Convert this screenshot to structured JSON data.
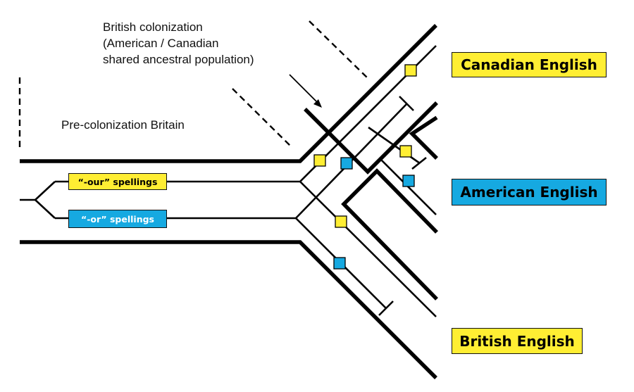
{
  "colors": {
    "our": "#ffee33",
    "or": "#16a9e1",
    "line": "#000000"
  },
  "annotations": {
    "colonization_title": "British colonization",
    "colonization_body": "(American / Canadian\nshared ancestral population)",
    "pre_colonization": "Pre-colonization Britain"
  },
  "traits": {
    "our_label": "“-our” spellings",
    "or_label": "“-or” spellings"
  },
  "dialects": {
    "canadian": "Canadian English",
    "american": "American English",
    "british": "British English"
  }
}
